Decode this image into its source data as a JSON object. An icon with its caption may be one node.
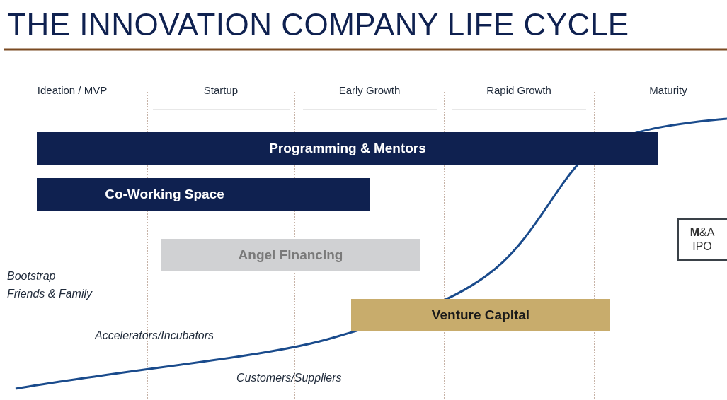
{
  "diagram": {
    "title": "THE INNOVATION COMPANY LIFE CYCLE",
    "nodes": [
      {
        "text": [
          "Programming & Mentors"
        ]
      },
      {
        "text": [
          "Co-Working Space"
        ]
      },
      {
        "text": [
          "Angel Financing"
        ]
      },
      {
        "text": [
          "Venture Capital"
        ]
      },
      {
        "text": [
          "**M**&A IPO"
        ]
      }
    ],
    "labels": [
      "Ideation / MVP",
      "Startup",
      "Early Growth",
      "Rapid Growth",
      "Maturity",
      "Bootstrap",
      "Friends & Family",
      "Accelerators/Incubators",
      "Customers/Suppliers"
    ]
  }
}
